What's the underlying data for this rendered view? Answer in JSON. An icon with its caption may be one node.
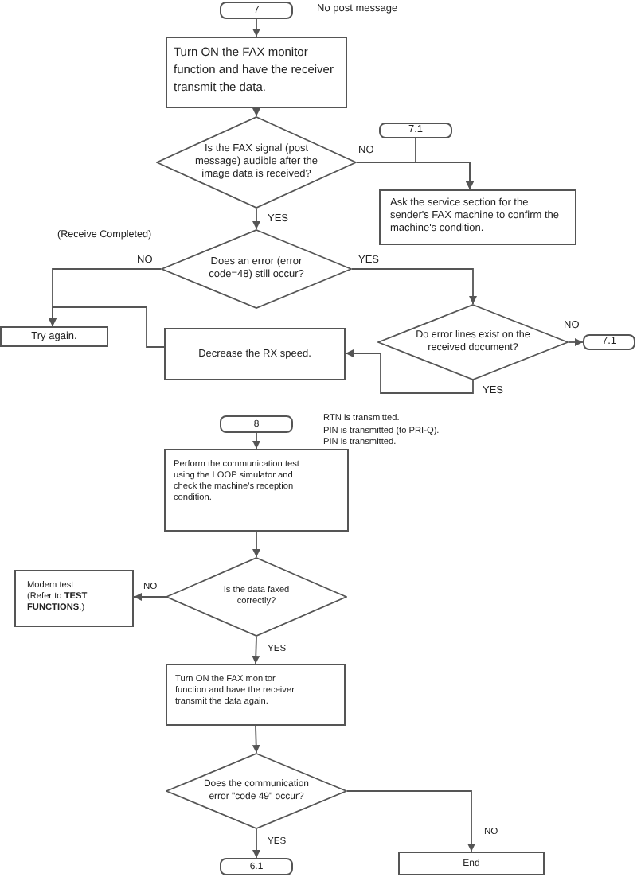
{
  "diagram": {
    "nodes": [
      {
        "text": [
          "7"
        ],
        "beside": [
          "No post message"
        ]
      },
      {
        "text": [
          "Turn ON the FAX monitor function and have the receiver transmit the data."
        ]
      },
      {
        "text": [
          "Is the FAX signal (post message) audible after the image data is received?"
        ]
      },
      {
        "text": [
          "7.1"
        ]
      },
      {
        "text": [
          "Ask the service section for the sender's FAX machine to confirm the machine's condition."
        ]
      },
      {
        "text": [
          "Does an error (error code=48) still occur?"
        ]
      },
      {
        "text": [
          "Try again."
        ]
      },
      {
        "text": [
          "Decrease the RX speed."
        ]
      },
      {
        "text": [
          "Do error lines exist on the received document?"
        ]
      },
      {
        "text": [
          "7.1"
        ]
      },
      {
        "text": [
          "8"
        ],
        "beside": [
          "RTN is transmitted.",
          "PIN is transmitted (to PRI-Q).",
          "PIN is transmitted."
        ]
      },
      {
        "text": [
          "Perform the communication test using the LOOP simulator and check the machine's reception condition."
        ]
      },
      {
        "text": [
          "Is the data faxed correctly?"
        ]
      },
      {
        "text": [
          "Modem test",
          "(Refer to **TEST FUNCTIONS**.)"
        ]
      },
      {
        "text": [
          "Turn ON the FAX monitor function and have the receiver transmit the data again."
        ]
      },
      {
        "text": [
          "Does the communication error \"code 49\" occur?"
        ]
      },
      {
        "text": [
          "6.1"
        ]
      },
      {
        "text": [
          "End"
        ]
      }
    ],
    "edges": [
      {
        "from": 0,
        "to": 1,
        "arrow": "to"
      },
      {
        "from": 1,
        "to": 2,
        "arrow": "to"
      },
      {
        "from": 2,
        "to": 4,
        "arrow": "to",
        "label": "NO"
      },
      {
        "from": 3,
        "to": 4,
        "arrow": "to"
      },
      {
        "from": 2,
        "to": 5,
        "arrow": "to",
        "label": "YES"
      },
      {
        "from": 5,
        "to": 6,
        "arrow": "to",
        "label": "NO"
      },
      {
        "from": 5,
        "to": 8,
        "arrow": "to",
        "label": "YES"
      },
      {
        "from": 8,
        "to": 9,
        "arrow": "to",
        "label": "NO"
      },
      {
        "from": 8,
        "to": 7,
        "arrow": "to",
        "label": "YES"
      },
      {
        "from": 7,
        "to": 6,
        "arrow": "to"
      },
      {
        "from": 10,
        "to": 11,
        "arrow": "to"
      },
      {
        "from": 11,
        "to": 12,
        "arrow": "to"
      },
      {
        "from": 12,
        "to": 13,
        "arrow": "to",
        "label": "NO"
      },
      {
        "from": 12,
        "to": 14,
        "arrow": "to",
        "label": "YES"
      },
      {
        "from": 14,
        "to": 15,
        "arrow": "to"
      },
      {
        "from": 15,
        "to": 16,
        "arrow": "to",
        "label": "YES"
      },
      {
        "from": 15,
        "to": 17,
        "arrow": "to",
        "label": "NO"
      }
    ],
    "labels": [
      "(Receive Completed)"
    ]
  }
}
